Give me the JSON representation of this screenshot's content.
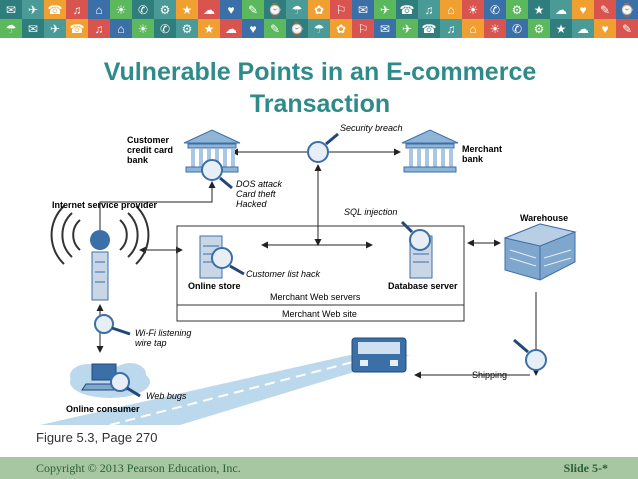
{
  "header": {
    "title": "Vulnerable Points in an E-commerce Transaction"
  },
  "banner_icons": [
    "✉",
    "✈",
    "☎",
    "♫",
    "⌂",
    "☀",
    "✆",
    "⚙",
    "★",
    "☁",
    "♥",
    "✎",
    "⌚",
    "☂",
    "✿",
    "⚐",
    "✉",
    "✈",
    "☎",
    "♫",
    "⌂",
    "☀",
    "✆",
    "⚙",
    "★",
    "☁",
    "♥",
    "✎",
    "⌚",
    "☂"
  ],
  "diagram": {
    "nodes": {
      "customer_bank": "Customer\ncredit card\nbank",
      "merchant_bank": "Merchant\nbank",
      "isp": "Internet service provider",
      "warehouse": "Warehouse",
      "online_store": "Online store",
      "database_server": "Database server",
      "merchant_web_servers": "Merchant Web servers",
      "merchant_web_site": "Merchant Web site",
      "online_consumer": "Online consumer"
    },
    "vulnerabilities": {
      "security_breach": "Security breach",
      "dos_attack": "DOS attack\nCard theft\nHacked",
      "sql_injection": "SQL injection",
      "customer_list_hack": "Customer list hack",
      "wifi_listening": "Wi-Fi listening\nwire tap",
      "web_bugs": "Web bugs",
      "shipping": "Shipping"
    }
  },
  "caption": "Figure 5.3, Page 270",
  "footer": {
    "copyright": "Copyright © 2013 Pearson Education, Inc.",
    "slide": "Slide 5-*"
  },
  "colors": {
    "accent": "#2e8b8a",
    "footer_bg": "#a6c7a2",
    "banner_bg": "#3c8d8c",
    "device_blue": "#3b6fa8"
  }
}
